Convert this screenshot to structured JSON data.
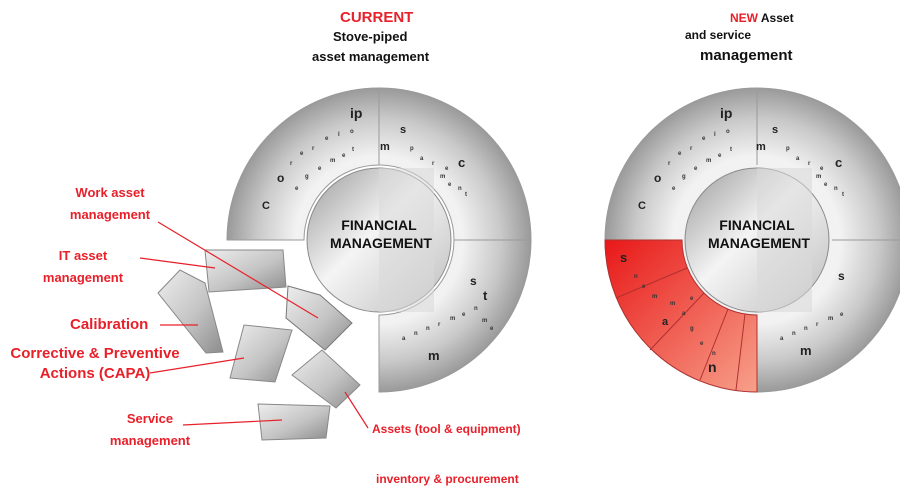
{
  "current": {
    "title": "CURRENT",
    "subtitle_line1": "Stove-piped",
    "subtitle_line2": "asset management",
    "center_line1": "FINANCIAL",
    "center_line2": "MANAGEMENT"
  },
  "new": {
    "title_red": "NEW",
    "title_rest": " Asset",
    "subtitle_line1": "and service",
    "subtitle_line2": "management",
    "center_line1": "FINANCIAL",
    "center_line2": "MANAGEMENT"
  },
  "ring_text": {
    "top_left_big": "ip",
    "s1": "s",
    "m1": "m",
    "c1": "c",
    "o1": "o",
    "c2": "C",
    "s2": "s",
    "t1": "t",
    "m2": "m",
    "n_red": "n",
    "s_red": "s",
    "a_red": "a"
  },
  "labels": {
    "work_asset": "Work asset management",
    "it_asset": "IT asset management",
    "calibration": "Calibration",
    "capa_line1": "Corrective & Preventive",
    "capa_line2": "Actions (CAPA)",
    "service": "Service management",
    "assets_tool": "Assets (tool & equipment)",
    "inventory": "inventory & procurement"
  },
  "colors": {
    "accent_red": "#e8202a",
    "ring_gray": "#bdbdbd",
    "ring_dark": "#8a8a8a",
    "highlight_red": "#ef3b3b"
  }
}
